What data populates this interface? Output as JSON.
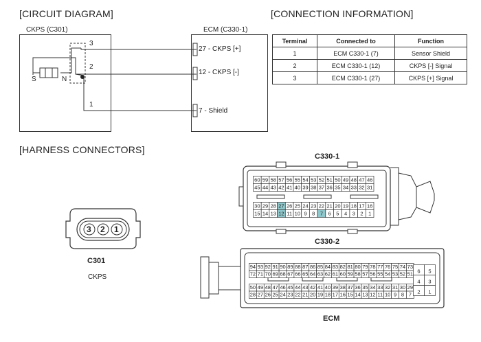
{
  "circuit": {
    "title": "[CIRCUIT DIAGRAM]",
    "sensor_label": "CKPS (C301)",
    "ecm_label": "ECM (C330-1)",
    "pin3": "3",
    "pin2": "2",
    "pin1": "1",
    "s_label": "S",
    "n_label": "N",
    "ecm_pin27": "27 - CKPS [+]",
    "ecm_pin12": "12 - CKPS [-]",
    "ecm_pin7": "7 - Shield"
  },
  "connection": {
    "title": "[CONNECTION INFORMATION]",
    "headers": [
      "Terminal",
      "Connected to",
      "Function"
    ],
    "rows": [
      [
        "1",
        "ECM C330-1 (7)",
        "Sensor Shield"
      ],
      [
        "2",
        "ECM C330-1 (12)",
        "CKPS [-] Signal"
      ],
      [
        "3",
        "ECM C330-1 (27)",
        "CKPS [+] Signal"
      ]
    ]
  },
  "harness": {
    "title": "[HARNESS CONNECTORS]",
    "c301_name": "C301",
    "c301_desc": "CKPS",
    "c301_pins": [
      "3",
      "2",
      "1"
    ],
    "c330_1_name": "C330-1",
    "c330_2_name": "C330-2",
    "ecm_name": "ECM",
    "highlight_color": "#8fc8cc",
    "c330_1_rows": [
      [
        "60",
        "59",
        "58",
        "57",
        "56",
        "55",
        "54",
        "53",
        "52",
        "51",
        "50",
        "49",
        "48",
        "47",
        "46"
      ],
      [
        "45",
        "44",
        "43",
        "42",
        "41",
        "40",
        "39",
        "38",
        "37",
        "36",
        "35",
        "34",
        "33",
        "32",
        "31"
      ],
      [
        "30",
        "29",
        "28",
        "27",
        "26",
        "25",
        "24",
        "23",
        "22",
        "21",
        "20",
        "19",
        "18",
        "17",
        "16"
      ],
      [
        "15",
        "14",
        "13",
        "12",
        "11",
        "10",
        "9",
        "8",
        "7",
        "6",
        "5",
        "4",
        "3",
        "2",
        "1"
      ]
    ],
    "c330_1_highlight": [
      "27",
      "12",
      "7"
    ],
    "c330_2_rows": [
      [
        "94",
        "93",
        "92",
        "91",
        "90",
        "89",
        "88",
        "87",
        "86",
        "85",
        "84",
        "83",
        "82",
        "81",
        "80",
        "79",
        "78",
        "77",
        "76",
        "75",
        "74",
        "73"
      ],
      [
        "72",
        "71",
        "70",
        "69",
        "68",
        "67",
        "66",
        "65",
        "64",
        "63",
        "62",
        "61",
        "60",
        "59",
        "58",
        "57",
        "56",
        "55",
        "54",
        "53",
        "52",
        "51"
      ],
      [
        "50",
        "49",
        "48",
        "47",
        "46",
        "45",
        "44",
        "43",
        "42",
        "41",
        "40",
        "39",
        "38",
        "37",
        "36",
        "35",
        "34",
        "33",
        "32",
        "31",
        "30",
        "29"
      ],
      [
        "28",
        "27",
        "26",
        "25",
        "24",
        "23",
        "22",
        "21",
        "20",
        "19",
        "18",
        "17",
        "16",
        "15",
        "14",
        "13",
        "12",
        "11",
        "10",
        "9",
        "8",
        "7"
      ]
    ],
    "c330_2_side": [
      [
        "6",
        "5"
      ],
      [
        "4",
        "3"
      ],
      [
        "2",
        "1"
      ]
    ]
  }
}
